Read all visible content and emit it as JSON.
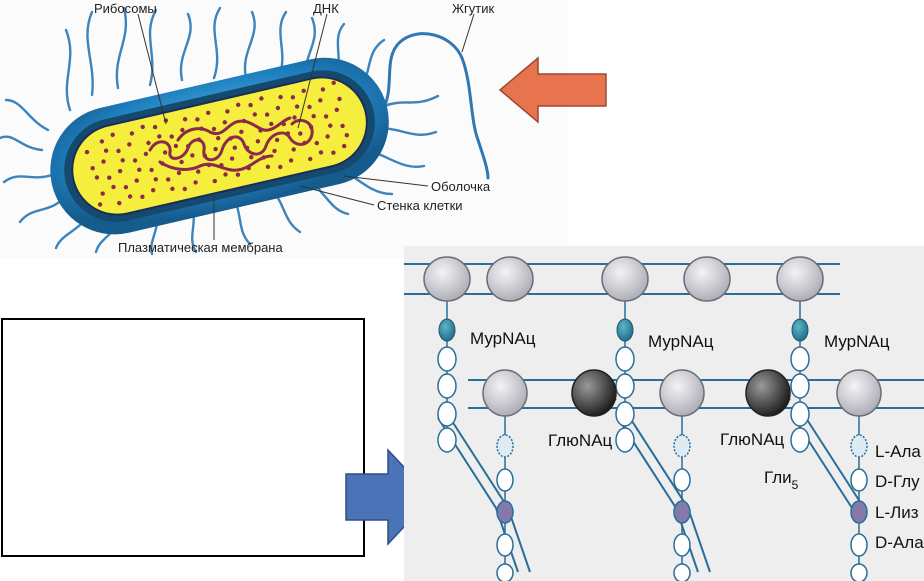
{
  "bacterium": {
    "labels": {
      "ribosomes": "Рибосомы",
      "dna": "ДНК",
      "flagellum": "Жгутик",
      "capsule": "Оболочка",
      "cell_wall": "Стенка клетки",
      "plasma_membrane": "Плазматическая мембрана"
    }
  },
  "peptidoglycan": {
    "murnac_labels": [
      "МурNAц",
      "МурNAц",
      "МурNAц"
    ],
    "glcnac_labels": [
      "ГлюNAц",
      "ГлюNAц"
    ],
    "gly_label": "Гли",
    "gly_subscript": "5",
    "peptide_labels": [
      "L-Ала",
      "D-Глу",
      "L-Лиз",
      "D-Ала"
    ]
  },
  "colors": {
    "orange_arrow": "#e8734f",
    "blue_arrow": "#4a73b8",
    "cytoplasm": "#f6ee3c",
    "cell_blue": "#1f6fa6",
    "panel_bg": "#eeeeee"
  }
}
